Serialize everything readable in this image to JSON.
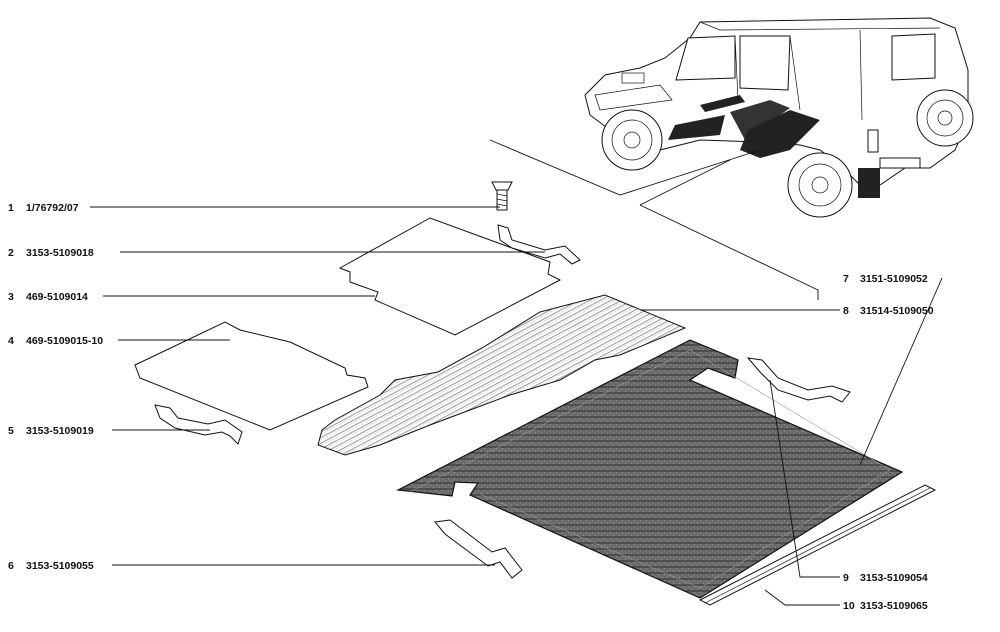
{
  "callouts": [
    {
      "num": "1",
      "code": "1/76792/07"
    },
    {
      "num": "2",
      "code": "3153-5109018"
    },
    {
      "num": "3",
      "code": "469-5109014"
    },
    {
      "num": "4",
      "code": "469-5109015-10"
    },
    {
      "num": "5",
      "code": "3153-5109019"
    },
    {
      "num": "6",
      "code": "3153-5109055"
    },
    {
      "num": "7",
      "code": "3151-5109052"
    },
    {
      "num": "8",
      "code": "31514-5109050"
    },
    {
      "num": "9",
      "code": "3153-5109054"
    },
    {
      "num": "10",
      "code": "3153-5109065"
    }
  ],
  "colors": {
    "ink": "#111111",
    "paper": "#ffffff",
    "mat": "#555555"
  }
}
